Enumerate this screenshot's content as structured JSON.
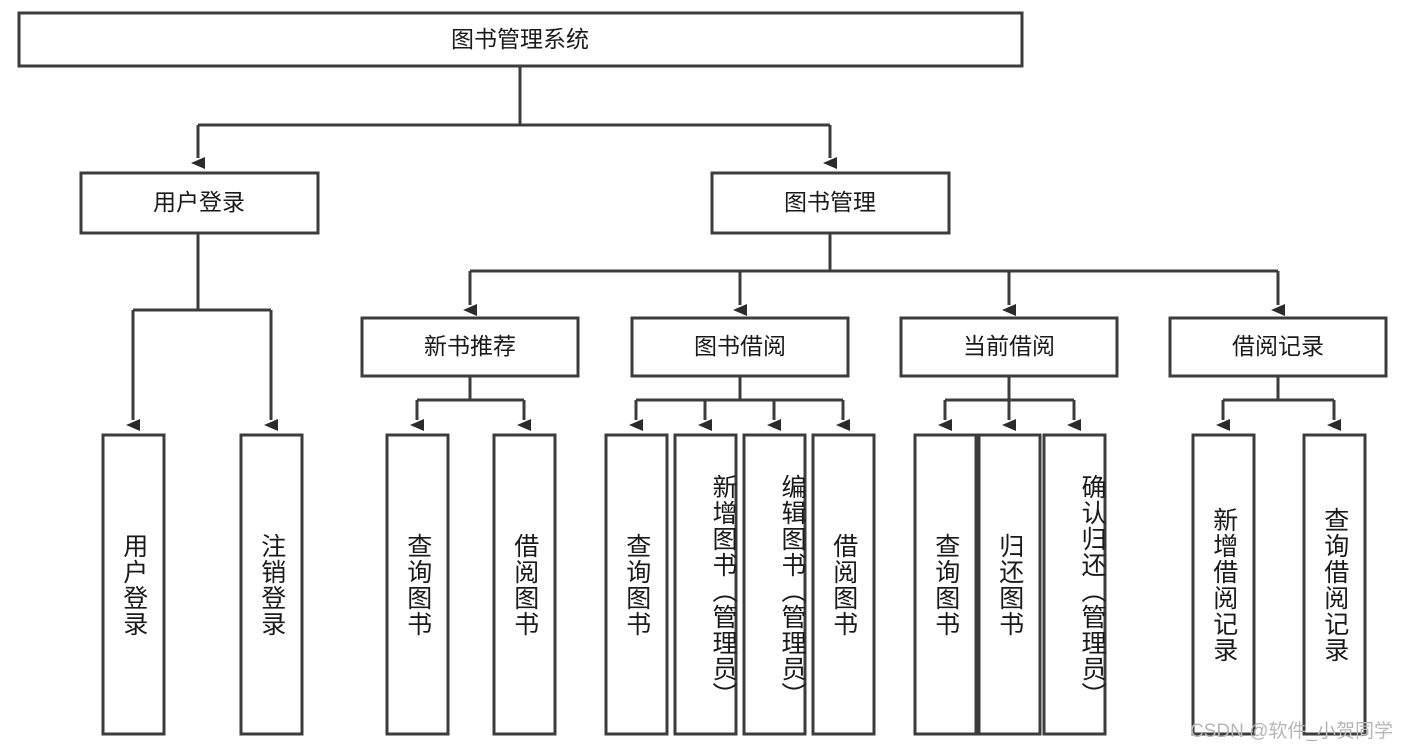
{
  "diagram": {
    "title_box": {
      "label": "图书管理系统"
    },
    "level2": [
      {
        "id": "user-login",
        "label": "用户登录"
      },
      {
        "id": "book-management",
        "label": "图书管理"
      }
    ],
    "level3": [
      {
        "id": "new-book-recommend",
        "label": "新书推荐"
      },
      {
        "id": "book-borrow",
        "label": "图书借阅"
      },
      {
        "id": "current-borrow",
        "label": "当前借阅"
      },
      {
        "id": "borrow-record",
        "label": "借阅记录"
      }
    ],
    "leaves": [
      {
        "id": "leaf-user-login",
        "label": "用户登录",
        "parent": "user-login"
      },
      {
        "id": "leaf-logout-login",
        "label": "注销登录",
        "parent": "user-login"
      },
      {
        "id": "leaf-query-books-1",
        "label": "查询图书",
        "parent": "new-book-recommend"
      },
      {
        "id": "leaf-borrow-books-1",
        "label": "借阅图书",
        "parent": "new-book-recommend"
      },
      {
        "id": "leaf-query-books-2",
        "label": "查询图书",
        "parent": "book-borrow"
      },
      {
        "id": "leaf-add-book-admin",
        "label": "新增图书（管理员）",
        "parent": "book-borrow"
      },
      {
        "id": "leaf-edit-book-admin",
        "label": "编辑图书（管理员）",
        "parent": "book-borrow"
      },
      {
        "id": "leaf-borrow-books-2",
        "label": "借阅图书",
        "parent": "book-borrow"
      },
      {
        "id": "leaf-query-books-3",
        "label": "查询图书",
        "parent": "current-borrow"
      },
      {
        "id": "leaf-return-books",
        "label": "归还图书",
        "parent": "current-borrow"
      },
      {
        "id": "leaf-confirm-return-admin",
        "label": "确认归还（管理员）",
        "parent": "current-borrow"
      },
      {
        "id": "leaf-add-borrow-record",
        "label": "新增借阅记录",
        "parent": "borrow-record"
      },
      {
        "id": "leaf-query-borrow-record",
        "label": "查询借阅记录",
        "parent": "borrow-record"
      }
    ]
  },
  "watermark": {
    "text": "CSDN @软件_小贺同学"
  },
  "colors": {
    "stroke": "#3c3c3c",
    "box_fill": "#ffffff",
    "text": "#1a1a1a",
    "watermark": "#b7b7b7",
    "background": "#ffffff"
  }
}
